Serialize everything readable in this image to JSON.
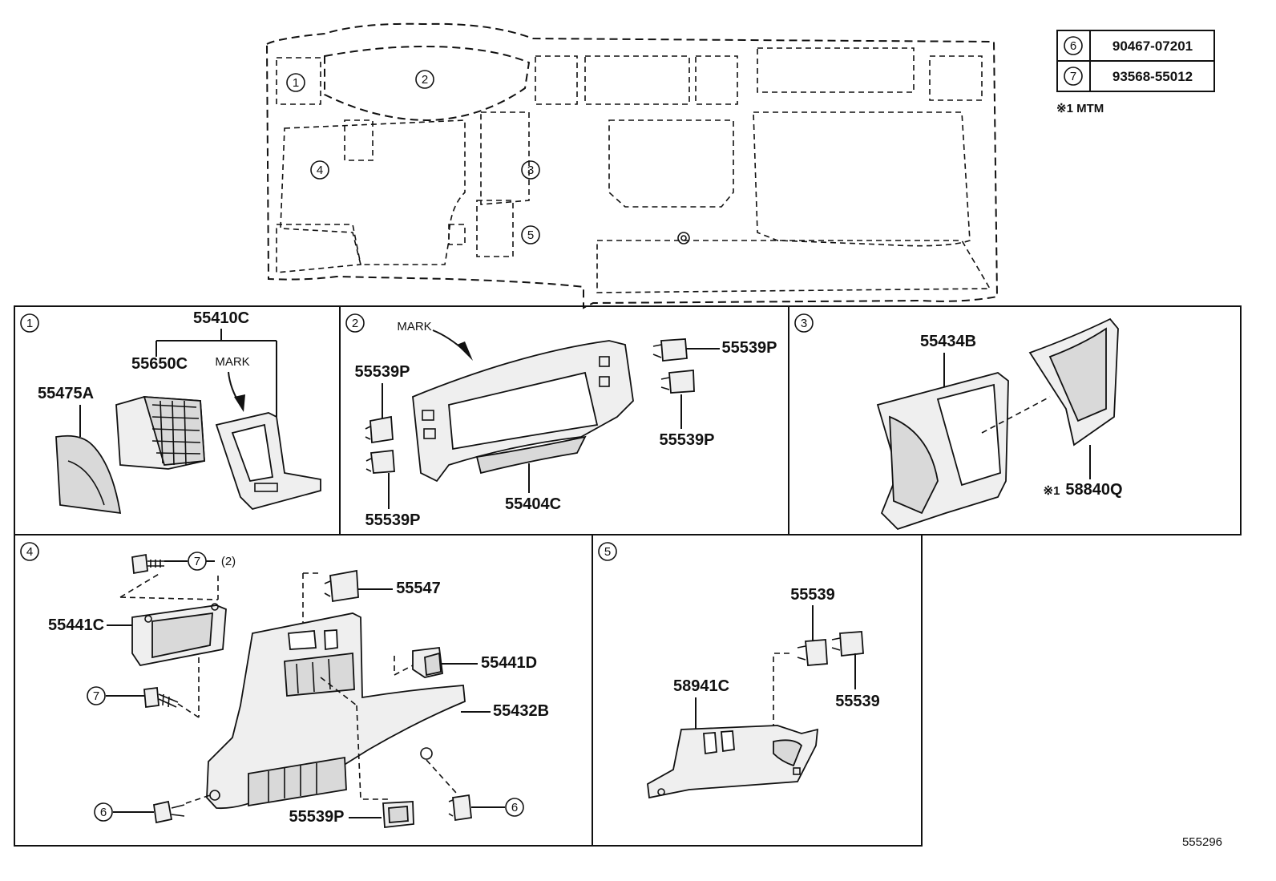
{
  "legend": {
    "rows": [
      {
        "circle": "6",
        "part": "90467-07201"
      },
      {
        "circle": "7",
        "part": "93568-55012"
      }
    ],
    "note": "※1 MTM"
  },
  "overview": {
    "callouts": [
      "1",
      "2",
      "3",
      "4",
      "5"
    ]
  },
  "panels": {
    "p1": {
      "num": "1",
      "parts": {
        "a": "55410C",
        "b": "55650C",
        "c": "55475A"
      },
      "mark": "MARK"
    },
    "p2": {
      "num": "2",
      "mark": "MARK",
      "parts": {
        "a": "55539P",
        "b": "55539P",
        "c": "55539P",
        "d": "55539P",
        "e": "55404C"
      }
    },
    "p3": {
      "num": "3",
      "parts": {
        "a": "55434B",
        "b": "58840Q"
      },
      "note_prefix": "※1"
    },
    "p4": {
      "num": "4",
      "parts": {
        "a": "55441C",
        "b": "55547",
        "c": "55441D",
        "d": "55432B",
        "e": "55539P"
      },
      "refs": {
        "r7a": "7",
        "r7a_qty": "(2)",
        "r7b": "7",
        "r6a": "6",
        "r6b": "6"
      }
    },
    "p5": {
      "num": "5",
      "parts": {
        "a": "55539",
        "b": "58941C",
        "c": "55539"
      }
    }
  },
  "figure_id": "555296"
}
